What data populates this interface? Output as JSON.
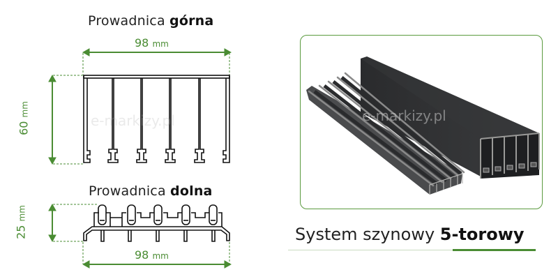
{
  "upper_rail": {
    "title_regular": "Prowadnica ",
    "title_bold": "górna",
    "width_value": "98",
    "width_unit": "mm",
    "height_value": "60",
    "height_unit": "mm",
    "channels": 5
  },
  "lower_rail": {
    "title_regular": "Prowadnica ",
    "title_bold": "dolna",
    "width_value": "98",
    "width_unit": "mm",
    "height_value": "25",
    "height_unit": "mm",
    "channels": 5
  },
  "photo": {
    "watermark": "e-markizy.pl",
    "description": "Upper and lower 5-track aluminium rail profiles, anthracite"
  },
  "caption": {
    "regular": "System szynowy ",
    "bold": "5-torowy"
  },
  "colors": {
    "accent_green": "#4a8c33",
    "outline": "#111111",
    "profile_dark": "#3a3b3d"
  }
}
